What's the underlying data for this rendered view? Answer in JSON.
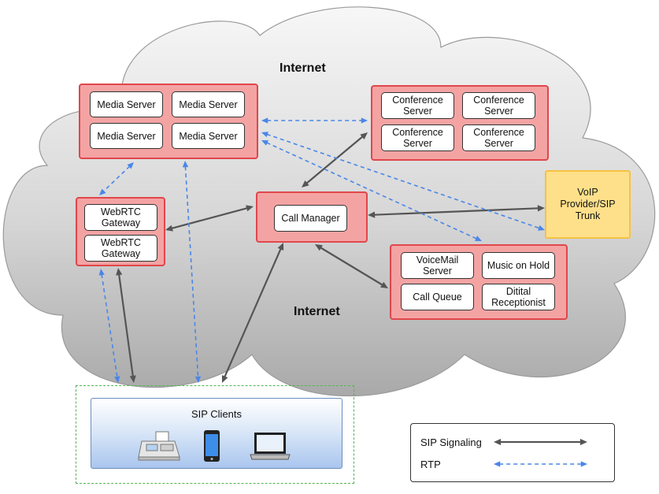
{
  "labels": {
    "internet_top": "Internet",
    "internet_bottom": "Internet"
  },
  "media_servers": [
    "Media Server",
    "Media Server",
    "Media Server",
    "Media Server"
  ],
  "conference_servers": [
    "Conference\nServer",
    "Conference\nServer",
    "Conference\nServer",
    "Conference\nServer"
  ],
  "webrtc_gateways": [
    "WebRTC\nGateway",
    "WebRTC\nGateway"
  ],
  "call_manager": "Call Manager",
  "voip_provider": "VoIP\nProvider/SIP\nTrunk",
  "services": {
    "voicemail": "VoiceMail\nServer",
    "music_on_hold": "Music on Hold",
    "call_queue": "Call Queue",
    "receptionist": "Ditital\nReceptionist"
  },
  "sip_clients": {
    "title": "SIP Clients",
    "devices": [
      "fax-machine-icon",
      "mobile-phone-icon",
      "laptop-icon"
    ]
  },
  "legend": {
    "sip_signaling": "SIP Signaling",
    "rtp": "RTP"
  },
  "colors": {
    "group_fill": "#f4a3a3",
    "group_border": "#e0474c",
    "voip_fill": "#ffe08a",
    "sip_signaling": "#555555",
    "rtp": "#4a86e8"
  }
}
